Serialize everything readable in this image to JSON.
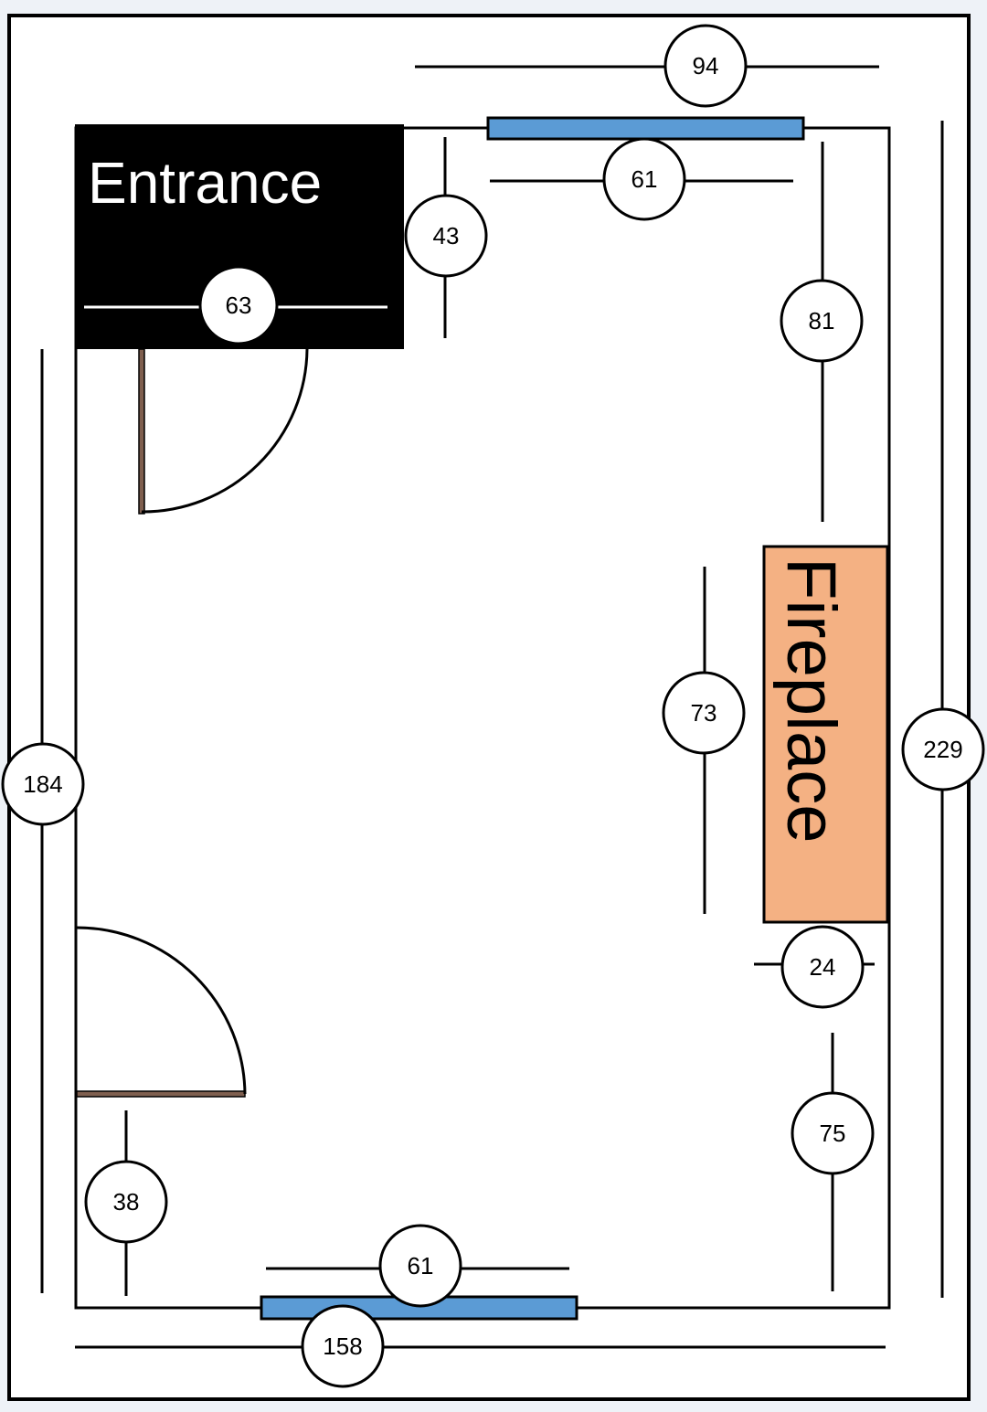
{
  "labels": {
    "entrance": "Entrance",
    "fireplace": "Fireplace"
  },
  "dimensions": {
    "top_outer": "94",
    "top_window": "61",
    "entrance_gap": "43",
    "entrance_door": "63",
    "right_upper": "81",
    "fireplace_offset": "73",
    "right_total": "229",
    "left_total": "184",
    "fireplace_depth": "24",
    "right_lower": "75",
    "lower_left": "38",
    "bottom_window": "61",
    "bottom_total": "158"
  },
  "colors": {
    "background": "#eef2f7",
    "paper": "#ffffff",
    "entrance_fill": "#000000",
    "fireplace_fill": "#f4b183",
    "window_fill": "#5b9bd5",
    "door_leaf": "#7f5f4f",
    "line": "#000000"
  }
}
